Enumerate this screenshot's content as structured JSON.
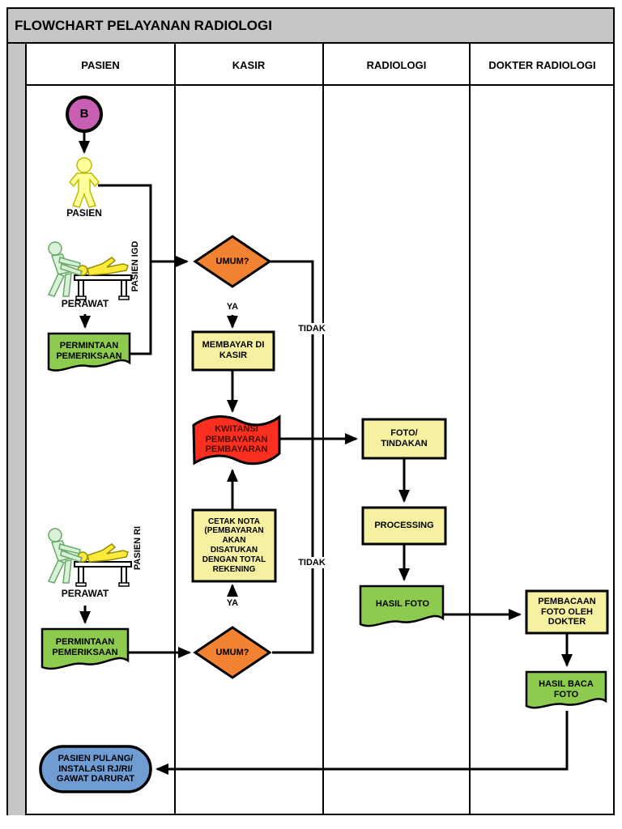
{
  "title": "FLOWCHART PELAYANAN RADIOLOGI",
  "lanes": [
    "PASIEN",
    "KASIR",
    "RADIOLOGI",
    "DOKTER RADIOLOGI"
  ],
  "nodes": {
    "start_connector": "B",
    "pasien_figure_label": "PASIEN",
    "pasien_igd_label": "PASIEN IGD",
    "perawat_igd_label": "PERAWAT",
    "permintaan_igd": "PERMINTAAN\nPEMERIKSAAN",
    "umum_igd": "UMUM?",
    "ya_igd": "YA",
    "tidak_igd": "TIDAK",
    "membayar": "MEMBAYAR DI\nKASIR",
    "kwitansi": "KWITANSI\nPEMBAYARAN\nPEMBAYARAN",
    "cetak_nota": "CETAK NOTA\n(PEMBAYARAN\nAKAN\nDISATUKAN\nDENGAN TOTAL\nREKENING",
    "ya_ri": "YA",
    "tidak_ri": "TIDAK",
    "umum_ri": "UMUM?",
    "perawat_ri_label": "PERAWAT",
    "pasien_ri_label": "PASIEN RI",
    "permintaan_ri": "PERMINTAAN\nPEMERIKSAAN",
    "foto_tindakan": "FOTO/\nTINDAKAN",
    "processing": "PROCESSING",
    "hasil_foto": "HASIL FOTO",
    "pembacaan": "PEMBACAAN\nFOTO OLEH\nDOKTER",
    "hasil_baca": "HASIL BACA\nFOTO",
    "pasien_pulang": "PASIEN PULANG/\nINSTALASI RJ/RI/\nGAWAT DARURAT"
  },
  "colors": {
    "header_gray": "#C6C6C6",
    "connector_magenta": "#C95FB2",
    "figure_yellow": "#FFFF9C",
    "patient_yellow": "#FFE93B",
    "nurse_green": "#D9F1D9",
    "document_green": "#8CCB4E",
    "process_yellow": "#F6F1A0",
    "decision_orange": "#F08231",
    "receipt_red": "#FB2F20",
    "terminator_blue": "#6E9CD3",
    "line_black": "#000000"
  }
}
